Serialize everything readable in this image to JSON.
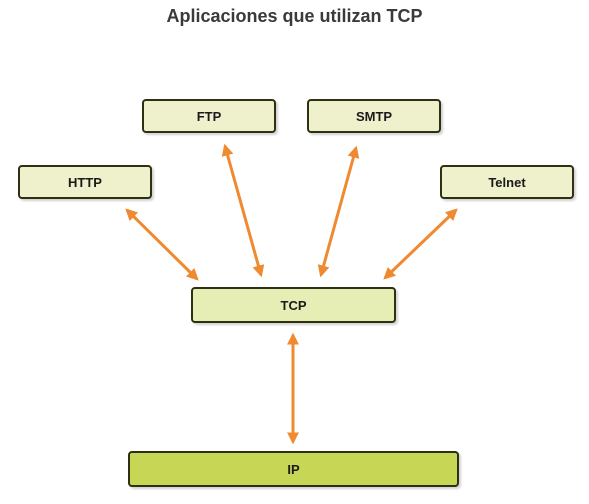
{
  "title": "Aplicaciones que utilizan TCP",
  "colors": {
    "arrow": "#f08a30",
    "app_fill": "#eff1cd",
    "tcp_fill": "#e6edb5",
    "ip_fill": "#c8d656",
    "border": "#2f2f12"
  },
  "nodes": {
    "http": "HTTP",
    "ftp": "FTP",
    "smtp": "SMTP",
    "telnet": "Telnet",
    "tcp": "TCP",
    "ip": "IP"
  },
  "connections": [
    {
      "from": "http",
      "to": "tcp",
      "bidirectional": true
    },
    {
      "from": "ftp",
      "to": "tcp",
      "bidirectional": true
    },
    {
      "from": "smtp",
      "to": "tcp",
      "bidirectional": true
    },
    {
      "from": "telnet",
      "to": "tcp",
      "bidirectional": true
    },
    {
      "from": "tcp",
      "to": "ip",
      "bidirectional": true
    }
  ]
}
